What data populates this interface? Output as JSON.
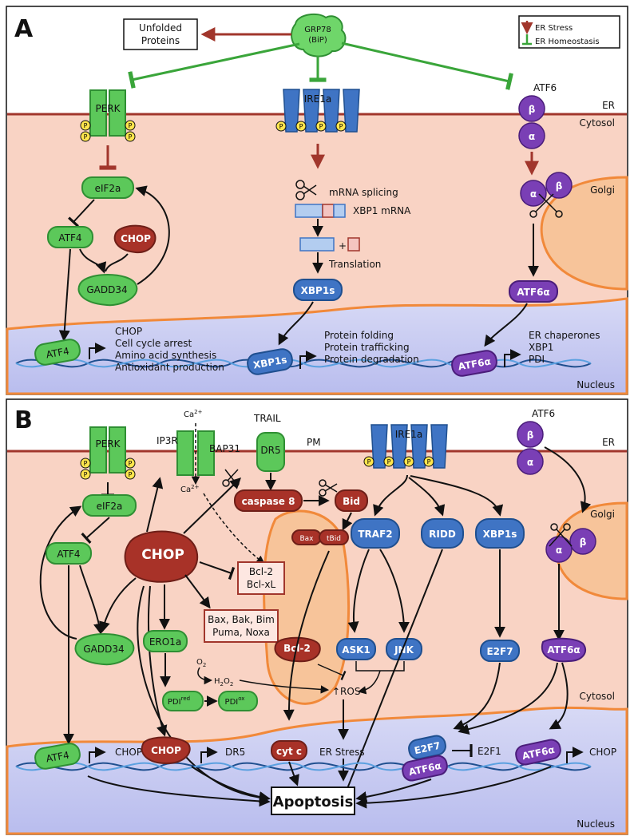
{
  "colors": {
    "green": "#3cb043",
    "green_light": "#6fd66a",
    "red_node": "#a83228",
    "blue_node": "#3f74c4",
    "purple_node": "#7a3fb5",
    "cytosol": "#f9d3c4",
    "nucleus": "#c9ccf2",
    "golgi": "#f7c49a",
    "membrane": "#a1362c",
    "stress_arrow": "#a1362c",
    "homeostasis": "#3aa53a"
  },
  "panel_a": {
    "letter": "A",
    "legend": {
      "stress": "ER Stress",
      "homeostasis": "ER Homeostasis"
    },
    "unfolded": [
      "Unfolded",
      "Proteins"
    ],
    "grp78": [
      "GRP78",
      "(BiP)"
    ],
    "perk": "PERK",
    "ire1a": "IRE1a",
    "atf6": "ATF6",
    "beta": "β",
    "alpha": "α",
    "er": "ER",
    "cytosol": "Cytosol",
    "golgi": "Golgi",
    "nucleus": "Nucleus",
    "p": "P",
    "eif2a": "eIF2a",
    "atf4": "ATF4",
    "chop": "CHOP",
    "gadd34": "GADD34",
    "mrna_splicing": "mRNA splicing",
    "xbp1_mrna": "XBP1 mRNA",
    "plus": "+",
    "translation": "Translation",
    "xbp1s": "XBP1s",
    "atf6a": "ATF6α",
    "atf4_targets": [
      "CHOP",
      "Cell cycle arrest",
      "Amino acid synthesis",
      "Antioxidant production"
    ],
    "xbp1s_targets": [
      "Protein folding",
      "Protein trafficking",
      "Protein degradation"
    ],
    "atf6_targets": [
      "ER chaperones",
      "XBP1",
      "PDI"
    ]
  },
  "panel_b": {
    "letter": "B",
    "perk": "PERK",
    "ip3r": "IP3R",
    "bap31": "BAP31",
    "ca": "Ca",
    "ca_sup": "2+",
    "trail": "TRAIL",
    "dr5": "DR5",
    "pm": "PM",
    "ire1a": "IRE1a",
    "atf6": "ATF6",
    "er": "ER",
    "golgi": "Golgi",
    "cytosol": "Cytosol",
    "nucleus": "Nucleus",
    "p": "P",
    "beta": "β",
    "alpha": "α",
    "eif2a": "eIF2a",
    "caspase8": "caspase 8",
    "bid": "Bid",
    "bax": "Bax",
    "tbid": "tBid",
    "atf4": "ATF4",
    "chop": "CHOP",
    "bcl2_bclxl": [
      "Bcl-2",
      "Bcl-xL"
    ],
    "bax_group": [
      "Bax, Bak, Bim",
      "Puma, Noxa"
    ],
    "traf2": "TRAF2",
    "ridd": "RIDD",
    "xbp1s": "XBP1s",
    "gadd34": "GADD34",
    "ero1a": "ERO1a",
    "o2": "O",
    "o2_sub": "2",
    "h2o2": "H",
    "h2o2_sub": "2",
    "h2o2_o": "O",
    "h2o2_sub2": "2",
    "pdi_red": "PDI",
    "pdi_red_sup": "red",
    "pdi_ox": "PDI",
    "pdi_ox_sup": "ox",
    "bcl2": "Bcl-2",
    "ask1": "ASK1",
    "jnk": "JNK",
    "ros": "↑ROS",
    "e2f7": "E2F7",
    "atf6a": "ATF6α",
    "atf4_target": "CHOP",
    "chop_target": "DR5",
    "cytc": "cyt c",
    "er_stress": "ER Stress",
    "e2f1": "E2F1",
    "atf6a_target": "CHOP",
    "apoptosis": "Apoptosis"
  }
}
